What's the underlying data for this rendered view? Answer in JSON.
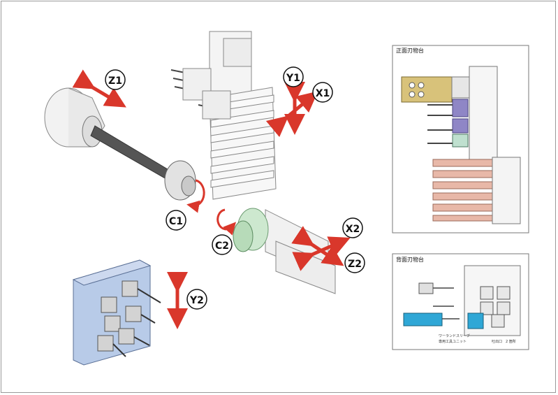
{
  "axes": {
    "z1": "Z1",
    "y1": "Y1",
    "x1": "X1",
    "c1": "C1",
    "c2": "C2",
    "x2": "X2",
    "z2": "Z2",
    "y2": "Y2"
  },
  "panels": {
    "front": {
      "title": "正面刃物台"
    },
    "back": {
      "title": "背面刃物台",
      "note_unit": "ワーランドスリーブ",
      "note_unit2": "専用工具ユニット",
      "note_port": "吐出口　2 箇所"
    }
  },
  "colors": {
    "arrow_red": "#d9372b",
    "back_turret_blue": "#b8cbe8",
    "sub_spindle_green": "#cde8cf",
    "front_holder_gold": "#d8c27a",
    "front_holder_purple": "#8f86c6",
    "front_holder_green": "#bfe0cf",
    "front_holder_stripes": "#e8b8a8",
    "back_unit_cyan": "#2fa7d6"
  }
}
